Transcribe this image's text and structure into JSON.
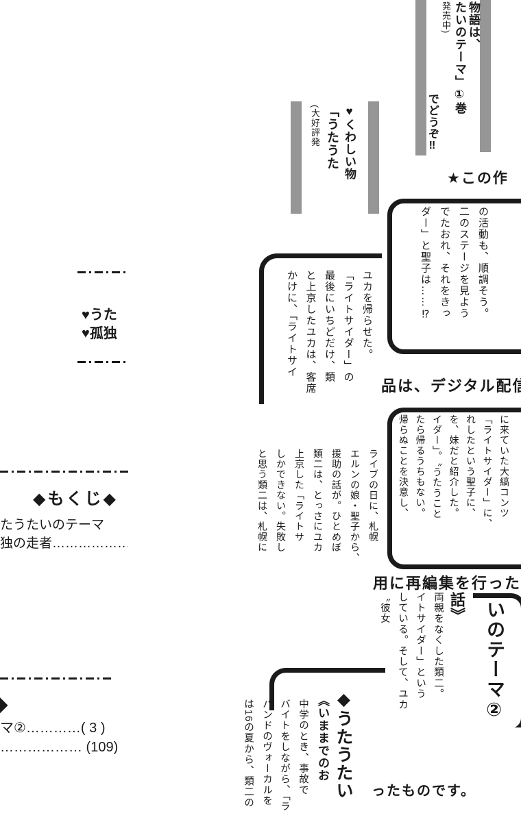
{
  "page": {
    "bg": "#ffffff",
    "ink": "#1a1a1a",
    "gray_bar": "#969696"
  },
  "ad_box_bottom": {
    "columns": [
      "物語は、",
      "たいのテーマ」①巻",
      "発売中)",
      "でどうぞ‼"
    ]
  },
  "ad_box_top": {
    "columns": [
      "♥くわしい物",
      "「うたうた",
      "(大好評発"
    ]
  },
  "notice": {
    "line1": "★この作",
    "line2": "品は、デジタル配信",
    "line3": "用に再編集を行った",
    "line4": "ったものです。"
  },
  "box_a": {
    "columns": [
      "ユカを帰らせた。",
      "「ライトサイダー」の",
      "最後にいちどだけ、類",
      "と上京したユカは、客席",
      "かけに、「ライトサイ"
    ]
  },
  "box_b": {
    "columns": [
      "の活動も、順調そう。",
      "二のステージを見よう",
      "でたおれ、それをきっ",
      "ダー」と聖子は……⁉"
    ]
  },
  "box_c": {
    "columns": [
      "に来ていた大縞コンツ",
      "「ライトサイダー」に、",
      "れしたという聖子に、",
      "を、妹だと紹介した。",
      "イダー」。〝うたうこと",
      "たら帰るうちもない。",
      "帰らぬことを決意し、"
    ]
  },
  "left_cols": {
    "columns": [
      "ライブの日に、札幌",
      "エルンの娘・聖子から、",
      "援助の話が。ひとめぼ",
      "類二は、とっさにユカ",
      "上京した「ライトサ",
      "しかできない。失敗し",
      "と思う類二は、札幌に"
    ]
  },
  "mid_cols": {
    "columns": [
      "話》",
      "両親をなくした類二。",
      "イトサイダー」という",
      "している。そして、ユカ",
      "〝彼女"
    ]
  },
  "title2": {
    "text": "いのテーマ②"
  },
  "bottom_block": {
    "heading": "◆うたうたい",
    "subheading": "《いままでのお",
    "columns": [
      "中学のとき、事故で",
      "バイトをしながら、「ラ",
      "バンドのヴォーカルを",
      "は16の夏から、類二の"
    ]
  },
  "contents": {
    "frag1": {
      "item1": "♥うた",
      "item2": "♥孤独"
    },
    "frag2": {
      "header": "◆もくじ◆",
      "line1": "たうたいのテーマ",
      "line2": "独の走者………………"
    },
    "frag3": {
      "diamond": "◆",
      "line1": "マ②…………( 3 )",
      "line2": "……………… (109)"
    }
  }
}
